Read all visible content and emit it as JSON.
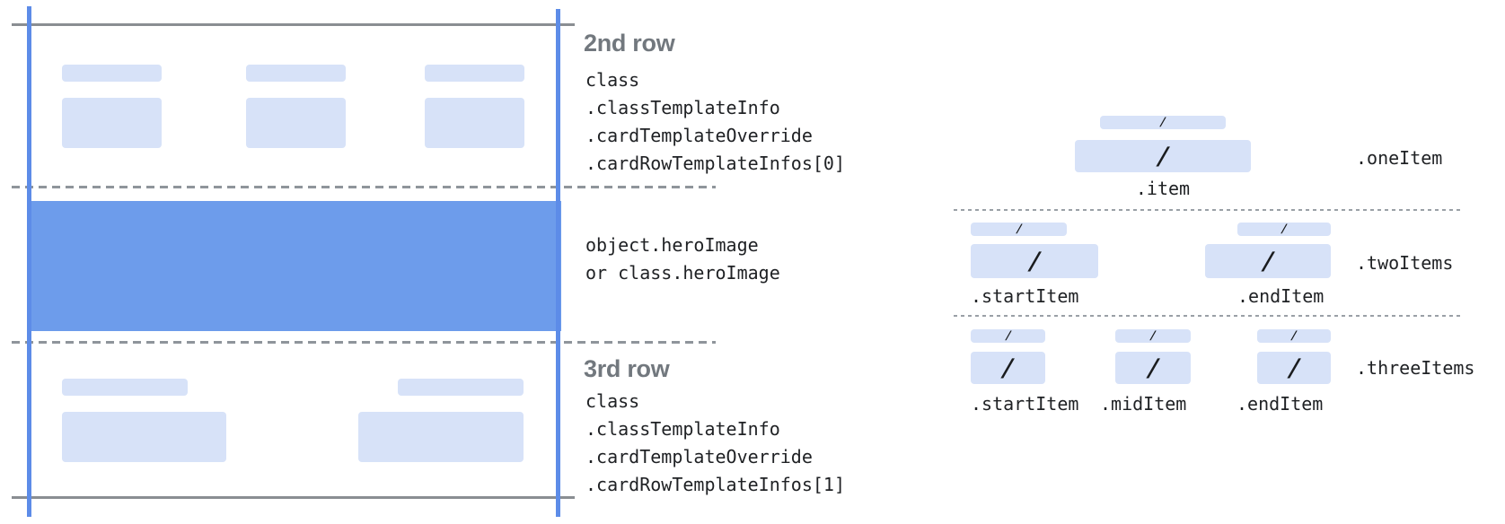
{
  "colors": {
    "chip": "#d7e2f8",
    "hero": "#6d9ceb",
    "guide_blue": "#5d8ce8",
    "line_gray": "#8a8e92",
    "dash_gray": "#8f959b",
    "dot_gray": "#9aa0a6",
    "heading_gray": "#72787e",
    "text_dark": "#1f2124"
  },
  "card": {
    "row2": {
      "heading": "2nd row",
      "path_lines": [
        "class",
        ".classTemplateInfo",
        ".cardTemplateOverride",
        ".cardRowTemplateInfos[0]"
      ]
    },
    "hero": {
      "caption_lines": [
        "object.heroImage",
        "or class.heroImage"
      ]
    },
    "row3": {
      "heading": "3rd row",
      "path_lines": [
        "class",
        ".classTemplateInfo",
        ".cardTemplateOverride",
        ".cardRowTemplateInfos[1]"
      ]
    }
  },
  "item_layouts": {
    "slash": "/",
    "one_item": {
      "name": ".oneItem",
      "labels": {
        "item": ".item"
      }
    },
    "two_items": {
      "name": ".twoItems",
      "labels": {
        "start": ".startItem",
        "end": ".endItem"
      }
    },
    "three_items": {
      "name": ".threeItems",
      "labels": {
        "start": ".startItem",
        "mid": ".midItem",
        "end": ".endItem"
      }
    }
  }
}
